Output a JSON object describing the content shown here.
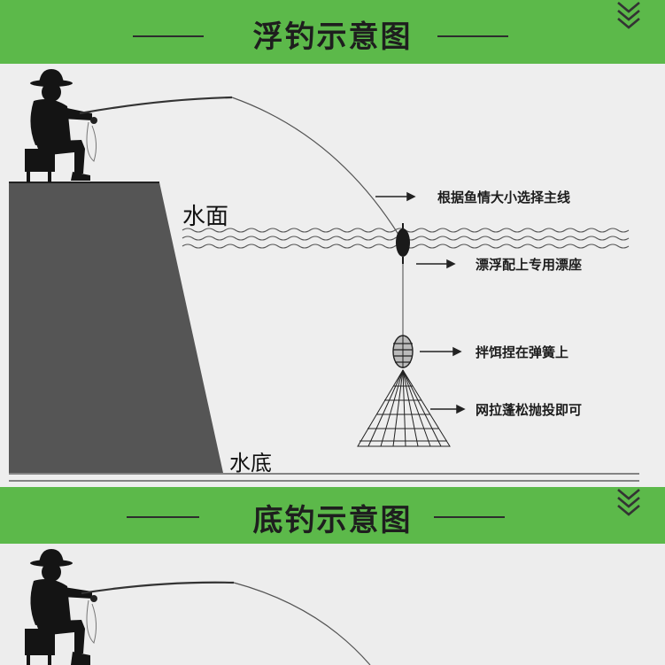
{
  "float_section": {
    "title": "浮钓示意图",
    "water_surface": "水面",
    "water_bottom": "水底",
    "annotations": [
      "根据鱼情大小选择主线",
      "漂浮配上专用漂座",
      "拌饵捏在弹簧上",
      "网拉蓬松抛投即可"
    ]
  },
  "bottom_section": {
    "title": "底钓示意图"
  },
  "colors": {
    "banner_green": "#5cb94a",
    "panel_gray": "#eeeeee",
    "bank_gray": "#555555"
  }
}
